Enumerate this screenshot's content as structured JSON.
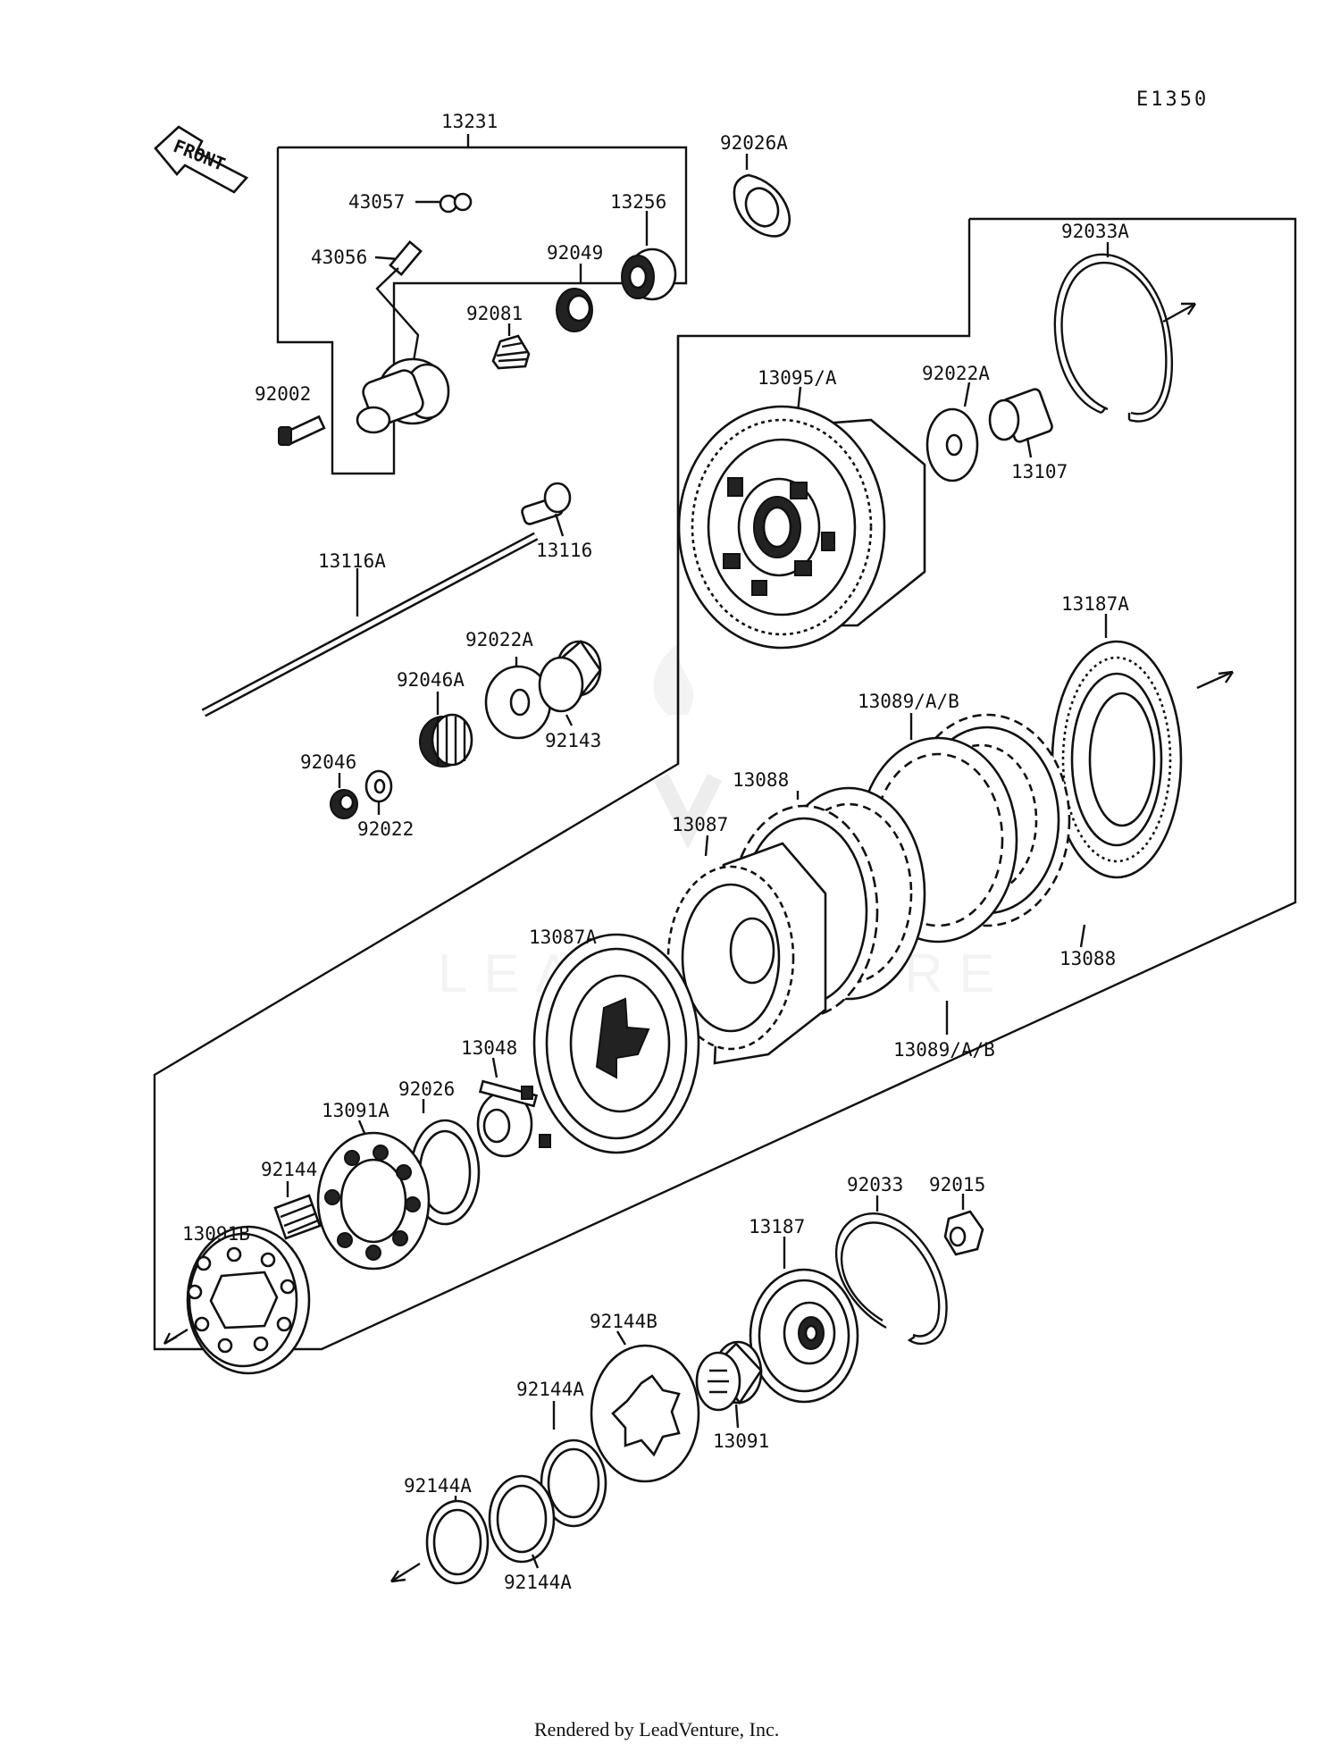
{
  "diagram_code": "E1350",
  "front_label": "FRONT",
  "watermark": "LEADVENTURE",
  "footer": "Rendered by LeadVenture, Inc.",
  "labels": {
    "p13231": "13231",
    "p43057": "43057",
    "p43056": "43056",
    "p92026A": "92026A",
    "p13256": "13256",
    "p92049": "92049",
    "p92081": "92081",
    "p92002": "92002",
    "p92033A": "92033A",
    "p13095A": "13095/A",
    "p92022A_top": "92022A",
    "p13107": "13107",
    "p13116": "13116",
    "p13116A": "13116A",
    "p92022A_mid": "92022A",
    "p92046A": "92046A",
    "p92143": "92143",
    "p92046": "92046",
    "p92022": "92022",
    "p13187A": "13187A",
    "p13089_top": "13089/A/B",
    "p13088_top": "13088",
    "p13087": "13087",
    "p13088_right": "13088",
    "p13087A": "13087A",
    "p13089_bottom": "13089/A/B",
    "p13048": "13048",
    "p92026": "92026",
    "p13091A": "13091A",
    "p92144": "92144",
    "p13091B": "13091B",
    "p92033": "92033",
    "p92015": "92015",
    "p13187": "13187",
    "p92144B": "92144B",
    "p92144A_1": "92144A",
    "p13091": "13091",
    "p92144A_2": "92144A",
    "p92144A_3": "92144A"
  }
}
